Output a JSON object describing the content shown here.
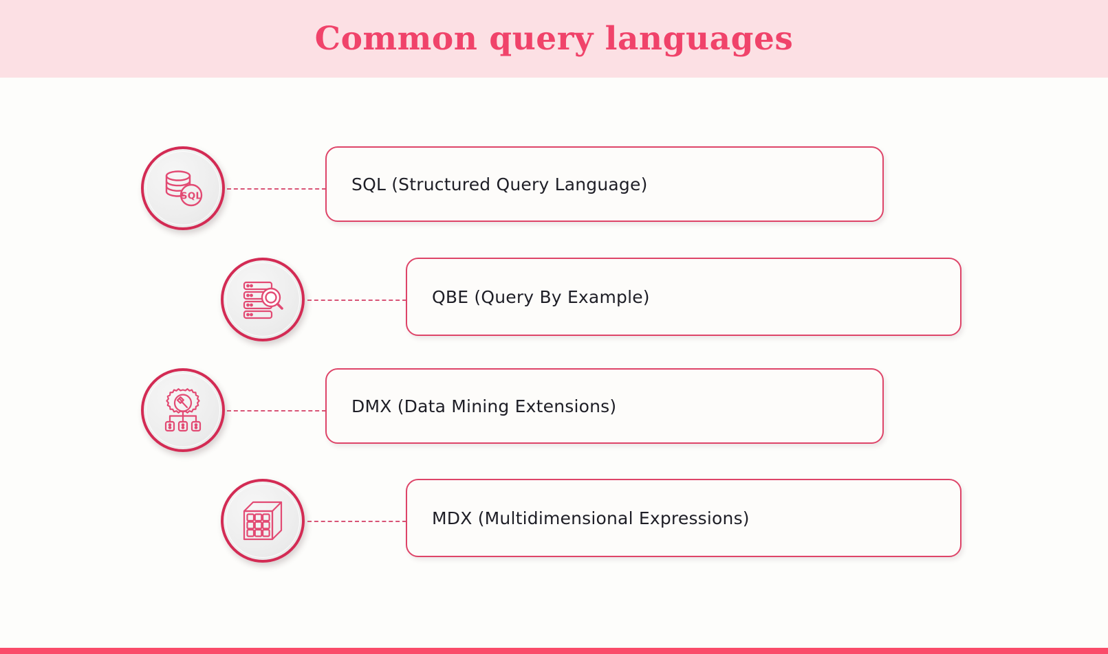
{
  "header": {
    "title": "Common query languages",
    "band_color": "#FCE0E4",
    "title_color": "#F0436A"
  },
  "theme": {
    "accent": "#DE4468",
    "ring": "#D32B54",
    "bottom_bar": "#FA4B69",
    "page_background": "#FDFDFB",
    "text": "#1E1E26"
  },
  "rows": [
    {
      "icon_name": "sql-database-icon",
      "icon_badge_text": "SQL",
      "label": "SQL (Structured Query Language)"
    },
    {
      "icon_name": "server-stack-search-icon",
      "label": "QBE (Query By Example)"
    },
    {
      "icon_name": "gear-pickaxe-data-mining-icon",
      "label": "DMX (Data Mining Extensions)"
    },
    {
      "icon_name": "multidimensional-cube-icon",
      "label": "MDX (Multidimensional Expressions)"
    }
  ]
}
